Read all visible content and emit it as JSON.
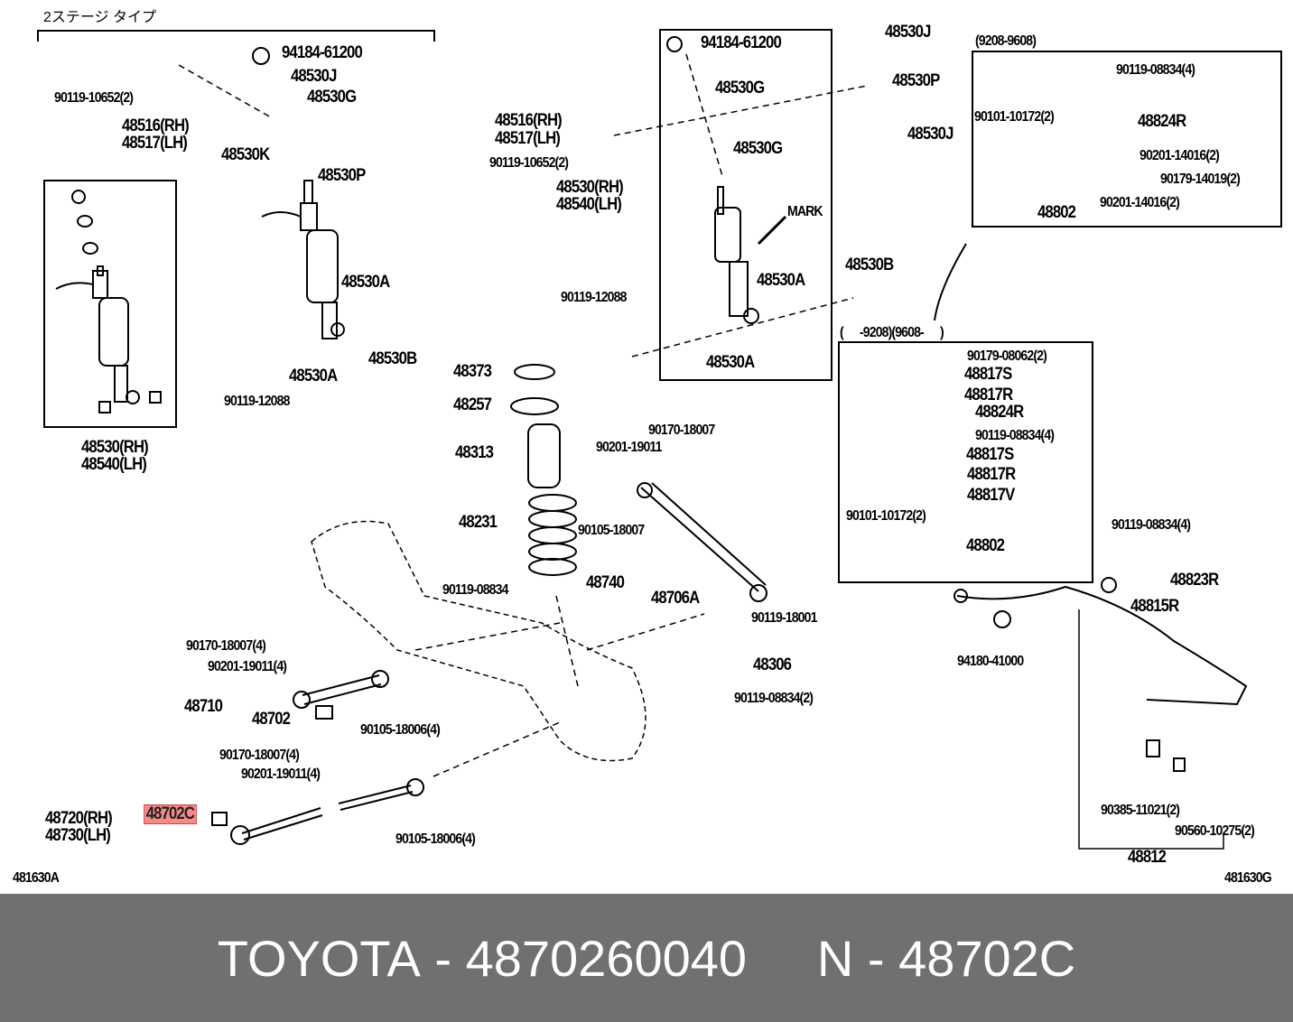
{
  "labels": [
    "2ステージ タイプ",
    "94184-61200",
    "48530J",
    "48530G",
    "90119-10652(2)",
    "48516(RH)",
    "48517(LH)",
    "48530K",
    "48530P",
    "48530A",
    "48530A",
    "48530B",
    "90119-12088",
    "48530(RH)",
    "48540(LH)",
    "94184-61200",
    "48530J",
    "48530G",
    "48530P",
    "48516(RH)",
    "48517(LH)",
    "90119-10652(2)",
    "48530G",
    "48530J",
    "48530(RH)",
    "48540(LH)",
    "MARK",
    "48530A",
    "48530B",
    "90119-12088",
    "48530A",
    "(9208-9608)",
    "90119-08834(4)",
    "90101-10172(2)",
    "48824R",
    "90201-14016(2)",
    "90179-14019(2)",
    "48802",
    "90201-14016(2)",
    "(      -9208)(9608-      )",
    "90179-08062(2)",
    "48817S",
    "48817R",
    "48824R",
    "90119-08834(4)",
    "48817S",
    "48817R",
    "48817V",
    "90101-10172(2)",
    "48802",
    "90119-08834(4)",
    "48823R",
    "48815R",
    "94180-41000",
    "48373",
    "48257",
    "48313",
    "48231",
    "90170-18007",
    "90201-19011",
    "90105-18007",
    "48740",
    "48706A",
    "90119-18001",
    "90119-08834",
    "48306",
    "90119-08834(2)",
    "90170-18007(4)",
    "90201-19011(4)",
    "48710",
    "48702",
    "90105-18006(4)",
    "90170-18007(4)",
    "90201-19011(4)",
    "48720(RH)",
    "48730(LH)",
    "48702C",
    "90105-18006(4)",
    "90385-11021(2)",
    "90560-10275(2)",
    "48812",
    "481630A",
    "481630G"
  ],
  "highlight_color": "#f58a8a",
  "footer": {
    "brand": "TOYOTA",
    "sep1": " - ",
    "part_number": "4870260040",
    "gap": "     ",
    "n_label": "N",
    "sep2": " - ",
    "n_code": "48702C"
  }
}
